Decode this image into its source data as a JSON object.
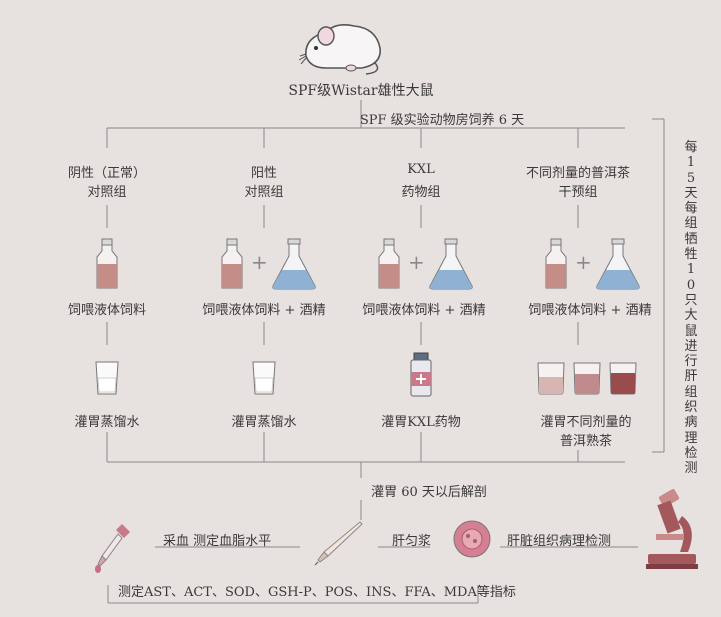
{
  "header": {
    "subject": "SPF级Wistar雄性大鼠",
    "acclimation": "SPF 级实验动物房饲养 6 天"
  },
  "side_note": "每15天每组牺牲10只大鼠进行肝组织病理检测",
  "groups": [
    {
      "title_line1": "阴性（正常）",
      "title_line2": "对照组",
      "feed": "饲喂液体饲料",
      "gavage": "灌胃蒸馏水",
      "gavage_line2": ""
    },
    {
      "title_line1": "阳性",
      "title_line2": "对照组",
      "feed": "饲喂液体饲料 + 酒精",
      "gavage": "灌胃蒸馏水",
      "gavage_line2": ""
    },
    {
      "title_line1": "KXL",
      "title_line2": "药物组",
      "feed": "饲喂液体饲料 + 酒精",
      "gavage": "灌胃KXL药物",
      "gavage_line2": ""
    },
    {
      "title_line1": "不同剂量的普洱茶",
      "title_line2": "干预组",
      "feed": "饲喂液体饲料 + 酒精",
      "gavage": "灌胃不同剂量的",
      "gavage_line2": "普洱熟茶"
    }
  ],
  "plus_sign": "+",
  "dissection": "灌胃 60 天以后解剖",
  "analysis": {
    "blood": "采血  测定血脂水平",
    "homogenate": "肝匀浆",
    "pathology": "肝脏组织病理检测",
    "indicators": "测定AST、ACT、SOD、GSH-P、POS、INS、FFA、MDA等指标"
  },
  "icons": [
    "rat-icon",
    "bottle-icon",
    "flask-icon",
    "beaker-icon",
    "medicine-bottle-icon",
    "tea-cup-icon",
    "dropper-icon",
    "syringe-icon",
    "tissue-dish-icon",
    "microscope-icon"
  ],
  "colors": {
    "background": "#e7e1df",
    "line": "#8a8a8a",
    "bottle_fill": "#c48d88",
    "flask_fill": "#8fb1d3",
    "tea_dark": "#9a4b4d",
    "microscope": "#a3585c"
  }
}
